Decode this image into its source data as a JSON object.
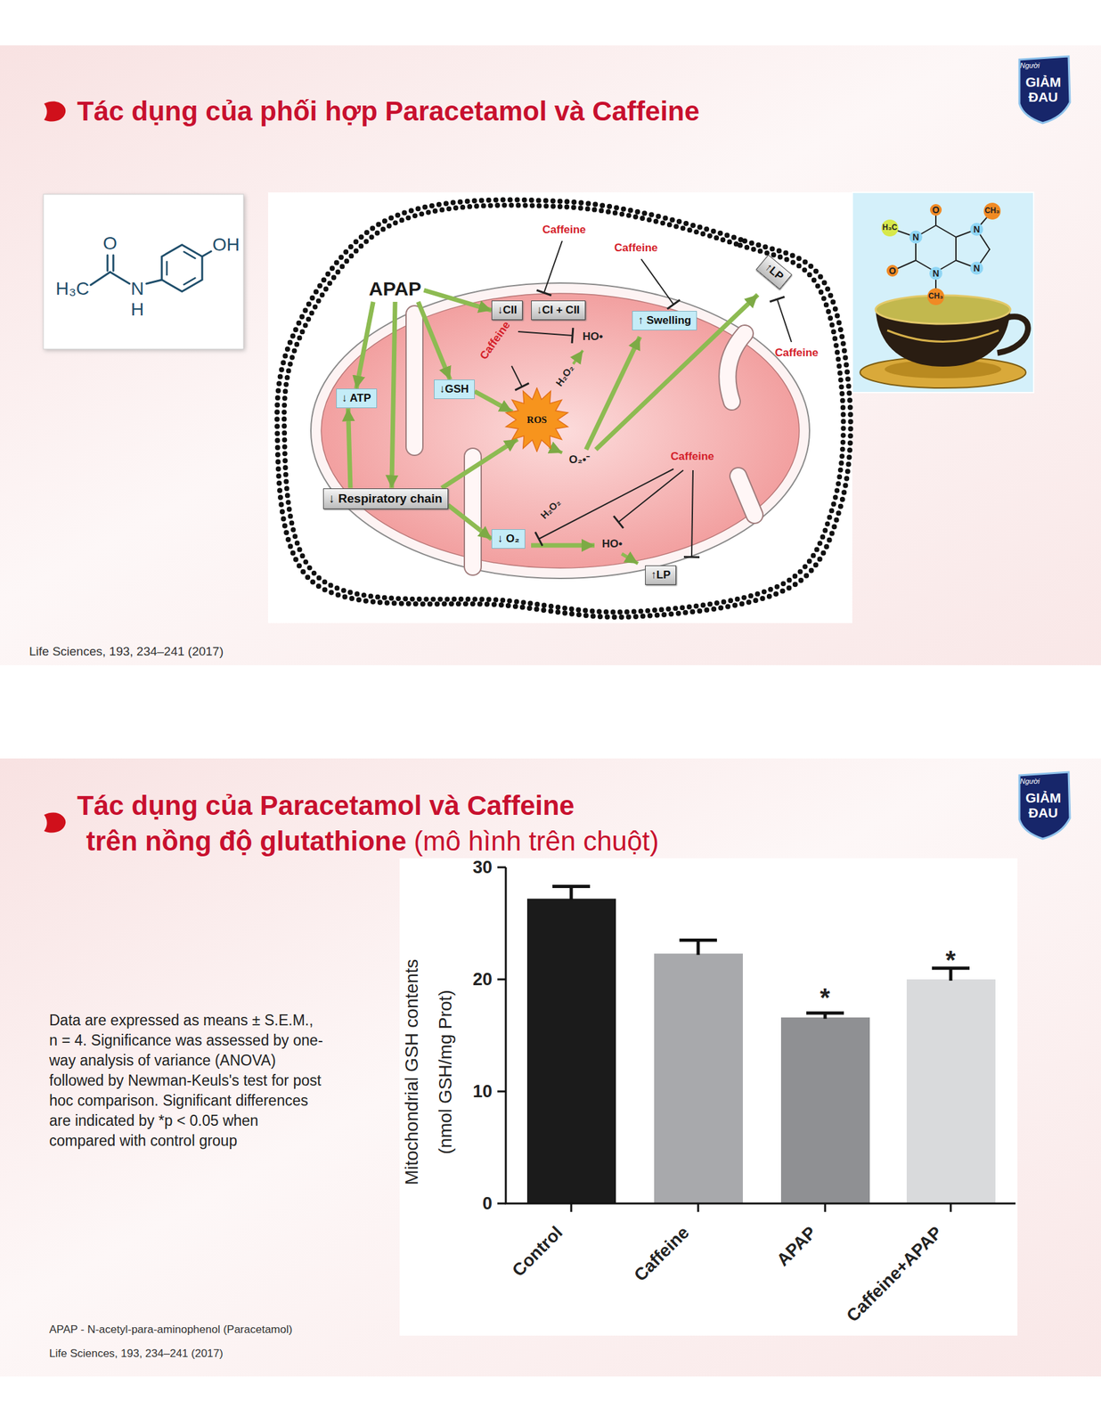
{
  "diagram": {
    "title": "Tác dụng của phối hợp Paracetamol và Caffeine",
    "nodes": [
      {
        "text": [
          "APAP"
        ]
      },
      {
        "text": [
          "↓CII"
        ]
      },
      {
        "text": [
          "↓CI + CII"
        ]
      },
      {
        "text": [
          "↑ Swelling"
        ]
      },
      {
        "text": [
          "↑LP"
        ]
      },
      {
        "text": [
          "↓ ATP"
        ]
      },
      {
        "text": [
          "↓GSH"
        ]
      },
      {
        "text": [
          "ROS"
        ]
      },
      {
        "text": [
          "↓ Respiratory chain"
        ]
      },
      {
        "text": [
          "↓ O₂"
        ]
      },
      {
        "text": [
          "↑LP"
        ]
      }
    ],
    "edges": [
      {
        "from": 0,
        "to": 1,
        "arrow": "to"
      },
      {
        "from": 0,
        "to": 5,
        "arrow": "to"
      },
      {
        "from": 0,
        "to": 8,
        "arrow": "to"
      },
      {
        "from": 0,
        "to": 6,
        "arrow": "to"
      },
      {
        "from": 8,
        "to": 5,
        "arrow": "to"
      },
      {
        "from": 8,
        "to": 7,
        "arrow": "to"
      },
      {
        "from": 6,
        "to": 7,
        "arrow": "to"
      },
      {
        "from": 8,
        "to": 9,
        "arrow": "to"
      }
    ],
    "labels": [
      "Người",
      "GIẢM",
      "ĐAU",
      "H₃C",
      "O",
      "N",
      "H",
      "OH",
      "Caffeine",
      "Caffeine",
      "Caffeine",
      "Caffeine",
      "Caffeine",
      "HO•",
      "H₂O₂",
      "O₂•⁻",
      "H₂O₂",
      "HO•",
      "O",
      "CH₃",
      "H₃C",
      "N",
      "N",
      "N",
      "N",
      "O",
      "CH₃",
      "Life Sciences, 193, 234–241 (2017)",
      "Người",
      "GIẢM",
      "ĐAU",
      "Tác dụng của Paracetamol và Caffeine",
      "trên nồng độ glutathione",
      "(mô hình trên chuột)",
      "Data are expressed as means ± S.E.M., n = 4. Significance was assessed by one-way analysis of variance (ANOVA) followed by Newman-Keuls's test for post hoc comparison. Significant differences are indicated by *p < 0.05 when compared with control group",
      "30",
      "20",
      "10",
      "0",
      "Mitochondrial GSH contents",
      "(nmol GSH/mg Prot)",
      "*",
      "*",
      "Control",
      "Caffeine",
      "APAP",
      "Caffeine+APAP",
      "APAP - N-acetyl-para-aminophenol (Paracetamol)",
      "Life Sciences, 193, 234–241 (2017)"
    ]
  }
}
